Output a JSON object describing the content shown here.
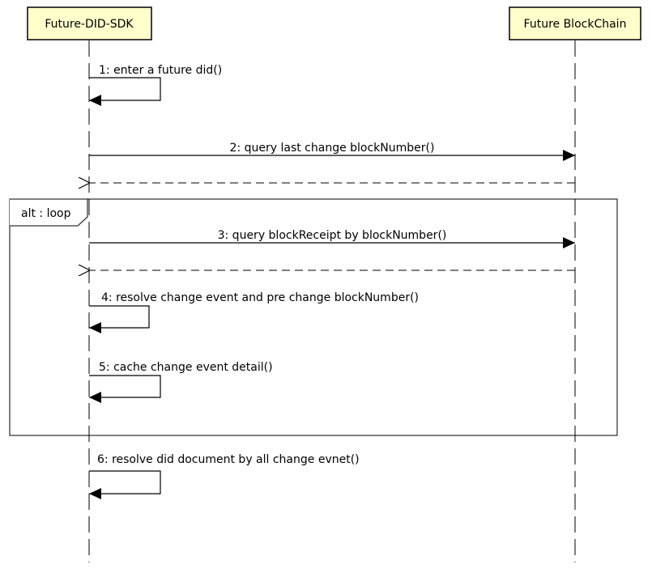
{
  "lifelines": [
    {
      "id": "sdk",
      "title": "Future-DID-SDK"
    },
    {
      "id": "chain",
      "title": "Future BlockChain"
    }
  ],
  "frame": {
    "label": "alt : loop"
  },
  "messages": [
    {
      "id": "m1",
      "label": "1: enter a future did()",
      "from": "sdk",
      "to": "sdk",
      "kind": "self"
    },
    {
      "id": "m2",
      "label": "2: query last change blockNumber()",
      "from": "sdk",
      "to": "chain",
      "kind": "call"
    },
    {
      "id": "r2",
      "label": "",
      "from": "chain",
      "to": "sdk",
      "kind": "return"
    },
    {
      "id": "m3",
      "label": "3: query blockReceipt by blockNumber()",
      "from": "sdk",
      "to": "chain",
      "kind": "call"
    },
    {
      "id": "r3",
      "label": "",
      "from": "chain",
      "to": "sdk",
      "kind": "return"
    },
    {
      "id": "m4",
      "label": "4: resolve change event and pre change blockNumber()",
      "from": "sdk",
      "to": "sdk",
      "kind": "self"
    },
    {
      "id": "m5",
      "label": "5: cache change event detail()",
      "from": "sdk",
      "to": "sdk",
      "kind": "self"
    },
    {
      "id": "m6",
      "label": "6: resolve did document by all change evnet()",
      "from": "sdk",
      "to": "sdk",
      "kind": "self"
    }
  ]
}
